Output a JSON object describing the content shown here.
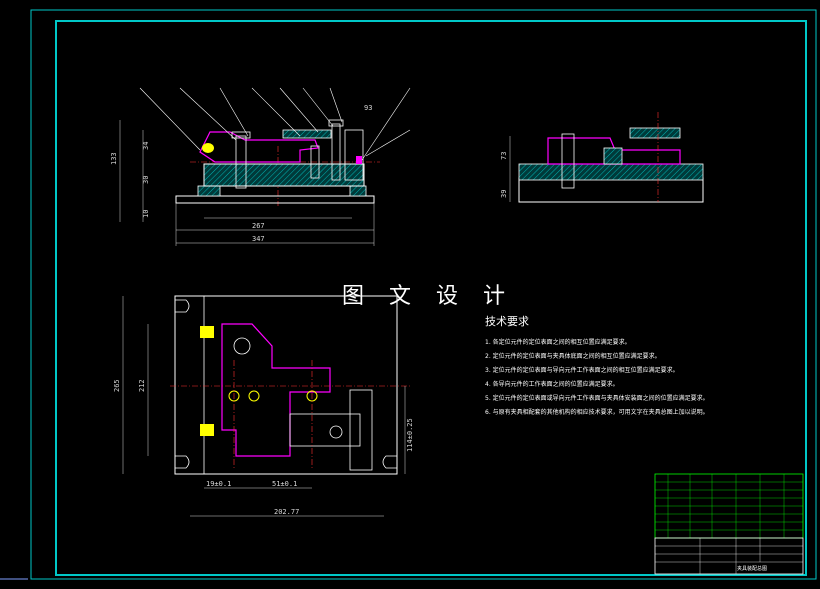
{
  "watermark": "图 文 设 计",
  "front_view": {
    "dims": {
      "left_height": "133",
      "left_upper": "34",
      "left_mid": "30",
      "left_low": "10",
      "top_right": "93",
      "inner_width": "267",
      "overall_width": "347"
    }
  },
  "side_view": {
    "dims": {
      "upper": "73",
      "lower": "39"
    }
  },
  "plan_view": {
    "dims": {
      "left_overall": "265",
      "left_inner": "212",
      "right_offset": "114±0.25",
      "bottom_a": "19±0.1",
      "bottom_b": "51±0.1",
      "bottom_total": "202.77"
    }
  },
  "technical_requirements": {
    "title": "技术要求",
    "notes": [
      "1. 各定位元件的定位表面之间的相互位置应满足要求。",
      "2. 定位元件的定位表面与夹具体底面之间的相互位置应满足要求。",
      "3. 定位元件的定位表面与导向元件工作表面之间的相互位置应满足要求。",
      "4. 各导向元件的工作表面之间的位置应满足要求。",
      "5. 定位元件的定位表面或导向元件工作表面与夹具体安装面之间的位置应满足要求。",
      "6. 与原有夹具相配套的其他机构的相应技术要求，可用文字在夹具总图上加以说明。"
    ]
  },
  "title_block": {
    "drawing_name": "夹具装配总图"
  },
  "colors": {
    "frame": "#00c8c8",
    "section_fill": "#00a0a0",
    "workpiece": "#ff00ff",
    "fasteners": "#ffff00",
    "table_lines": "#00ff00",
    "centerline": "#ff3030"
  }
}
